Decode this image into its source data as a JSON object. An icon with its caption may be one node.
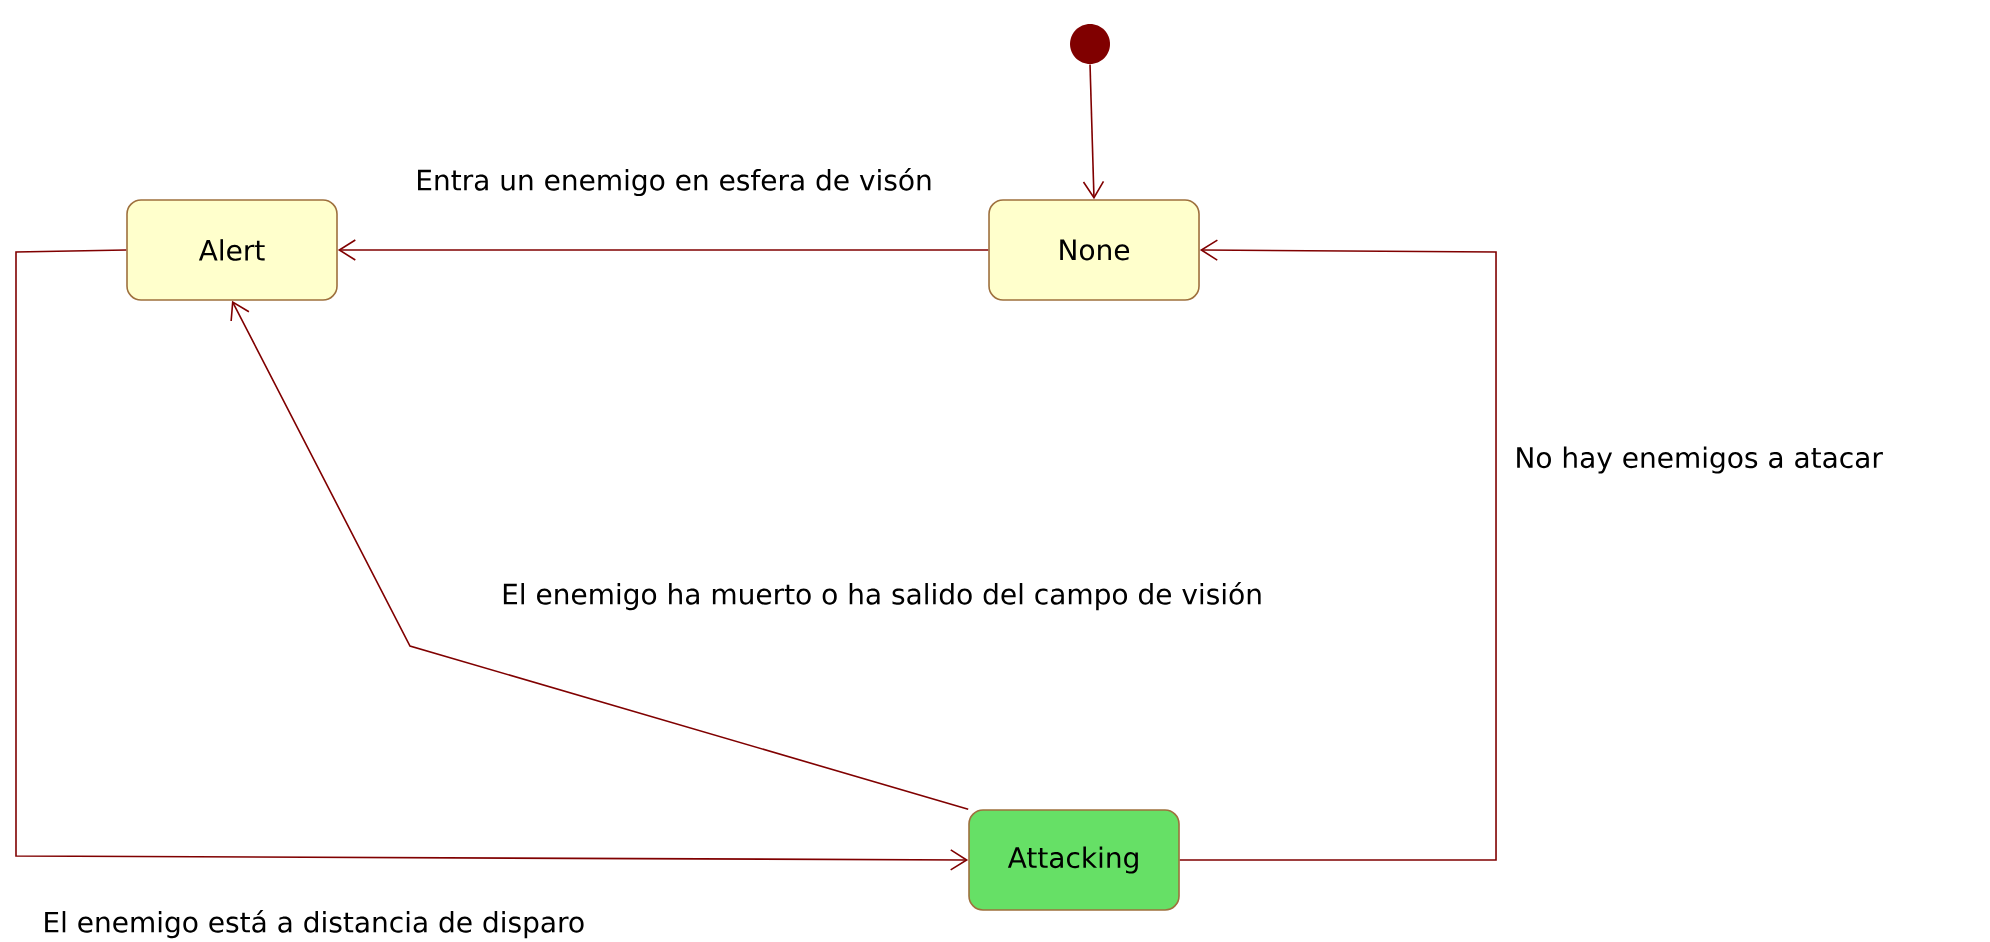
{
  "diagram": {
    "nodes": [
      {
        "text": [],
        "shape": "circle"
      },
      {
        "text": [
          "None"
        ]
      },
      {
        "text": [
          "Alert"
        ]
      },
      {
        "text": [
          "Attacking"
        ]
      }
    ],
    "edges": [
      {
        "from": 0,
        "to": 1,
        "arrow": "to"
      },
      {
        "from": 1,
        "to": 2,
        "arrow": "to",
        "label": "Entra un enemigo en esfera de visón"
      },
      {
        "from": 3,
        "to": 2,
        "arrow": "to",
        "label": "El enemigo ha muerto o ha salido del campo de visión"
      },
      {
        "from": 2,
        "to": 3,
        "arrow": "to",
        "label": "El enemigo está a distancia de disparo"
      },
      {
        "from": 3,
        "to": 1,
        "arrow": "to",
        "label": "No hay enemigos a atacar"
      }
    ]
  }
}
